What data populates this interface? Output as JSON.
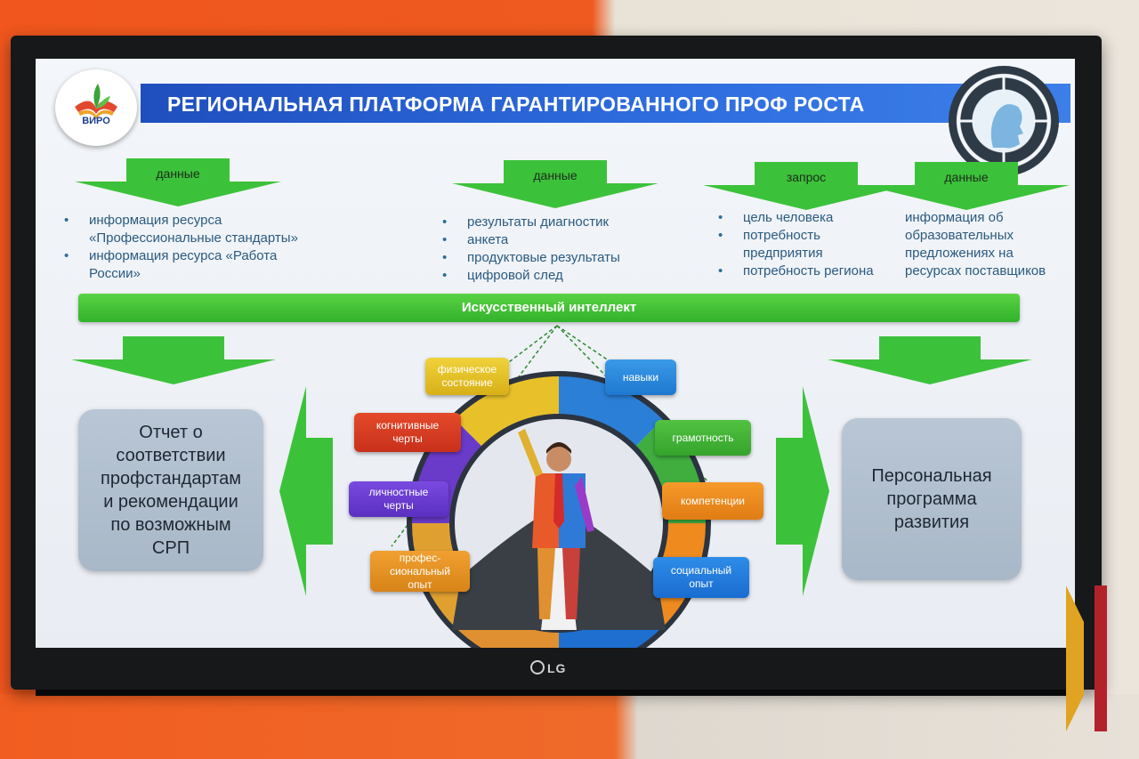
{
  "slide": {
    "logo_text": "ВИРО",
    "title": "РЕГИОНАЛЬНАЯ ПЛАТФОРМА ГАРАНТИРОВАННОГО ПРОФ РОСТА",
    "arrows": [
      {
        "label": "данные"
      },
      {
        "label": "данные"
      },
      {
        "label": "запрос"
      },
      {
        "label": "данные"
      }
    ],
    "col1": [
      "информация ресурса «Профессиональные стандарты»",
      "информация ресурса «Работа России»"
    ],
    "col2": [
      "результаты диагностик",
      "анкета",
      "продуктовые результаты",
      "цифровой след"
    ],
    "col3": [
      "цель человека",
      "потребность предприятия",
      "потребность региона"
    ],
    "col4": "информация об образовательных предложениях на ресурсах поставщиков",
    "ai_label": "Искусственный интеллект",
    "left_panel": "Отчет о\nсоответствии\nпрофстандартам\nи рекомендации\nпо возможным\nСРП",
    "right_panel": "Персональная\nпрограмма\nразвития",
    "chips": {
      "physical": "физическое\nсостояние",
      "cognitive": "когнитивные\nчерты",
      "personal": "личностные\nчерты",
      "professional": "профес-\nсиональный\nопыт",
      "skills": "навыки",
      "literacy": "грамотность",
      "competencies": "компетенции",
      "social": "социальный\nопыт"
    }
  },
  "tv": {
    "brand": "LG"
  },
  "colors": {
    "title_blue": "#2456c8",
    "arrow_green": "#3cc23a",
    "panel_gray": "#b3c1d1",
    "text_blue": "#2b5a7f"
  }
}
